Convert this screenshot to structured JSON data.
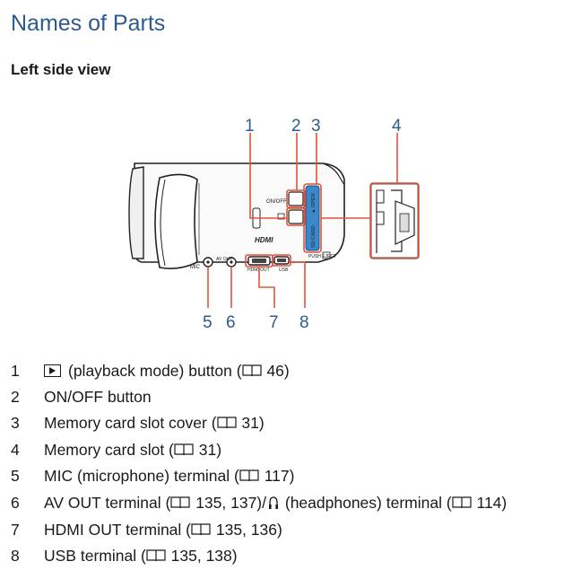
{
  "heading": "Names of Parts",
  "subheading": "Left side view",
  "diagram": {
    "callouts": [
      "1",
      "2",
      "3",
      "4",
      "5",
      "6",
      "7",
      "8"
    ],
    "device_labels": {
      "on_off": "ON/OFF",
      "hdmi_logo": "HDMI",
      "sd_card": "SD CARD",
      "open": "▲ OPEN",
      "mic": "MIC",
      "av_out": "AV OUT",
      "hdmi_out": "HDMI OUT",
      "usb": "USB",
      "push_eject": "PUSH EJECT"
    },
    "accent_color": "#e0533b",
    "blue_color": "#3a88c9"
  },
  "parts": [
    {
      "num": "1",
      "icon": "playback-icon",
      "prefix": "",
      "text": "(playback mode) button (",
      "ref_icon": "book-icon",
      "ref": " 46)"
    },
    {
      "num": "2",
      "text": "ON/OFF button"
    },
    {
      "num": "3",
      "text": "Memory card slot cover (",
      "ref_icon": "book-icon",
      "ref": " 31)"
    },
    {
      "num": "4",
      "text": "Memory card slot (",
      "ref_icon": "book-icon",
      "ref": " 31)"
    },
    {
      "num": "5",
      "text": "MIC (microphone) terminal (",
      "ref_icon": "book-icon",
      "ref": " 117)"
    },
    {
      "num": "6",
      "text": "AV OUT terminal (",
      "ref_icon": "book-icon",
      "ref": " 135, 137)/",
      "extra_icon": "headphones-icon",
      "extra_text": " (headphones) terminal (",
      "ref2": " 114)"
    },
    {
      "num": "7",
      "text": "HDMI OUT terminal (",
      "ref_icon": "book-icon",
      "ref": " 135, 136)"
    },
    {
      "num": "8",
      "text": "USB terminal (",
      "ref_icon": "book-icon",
      "ref": " 135, 138)"
    }
  ]
}
